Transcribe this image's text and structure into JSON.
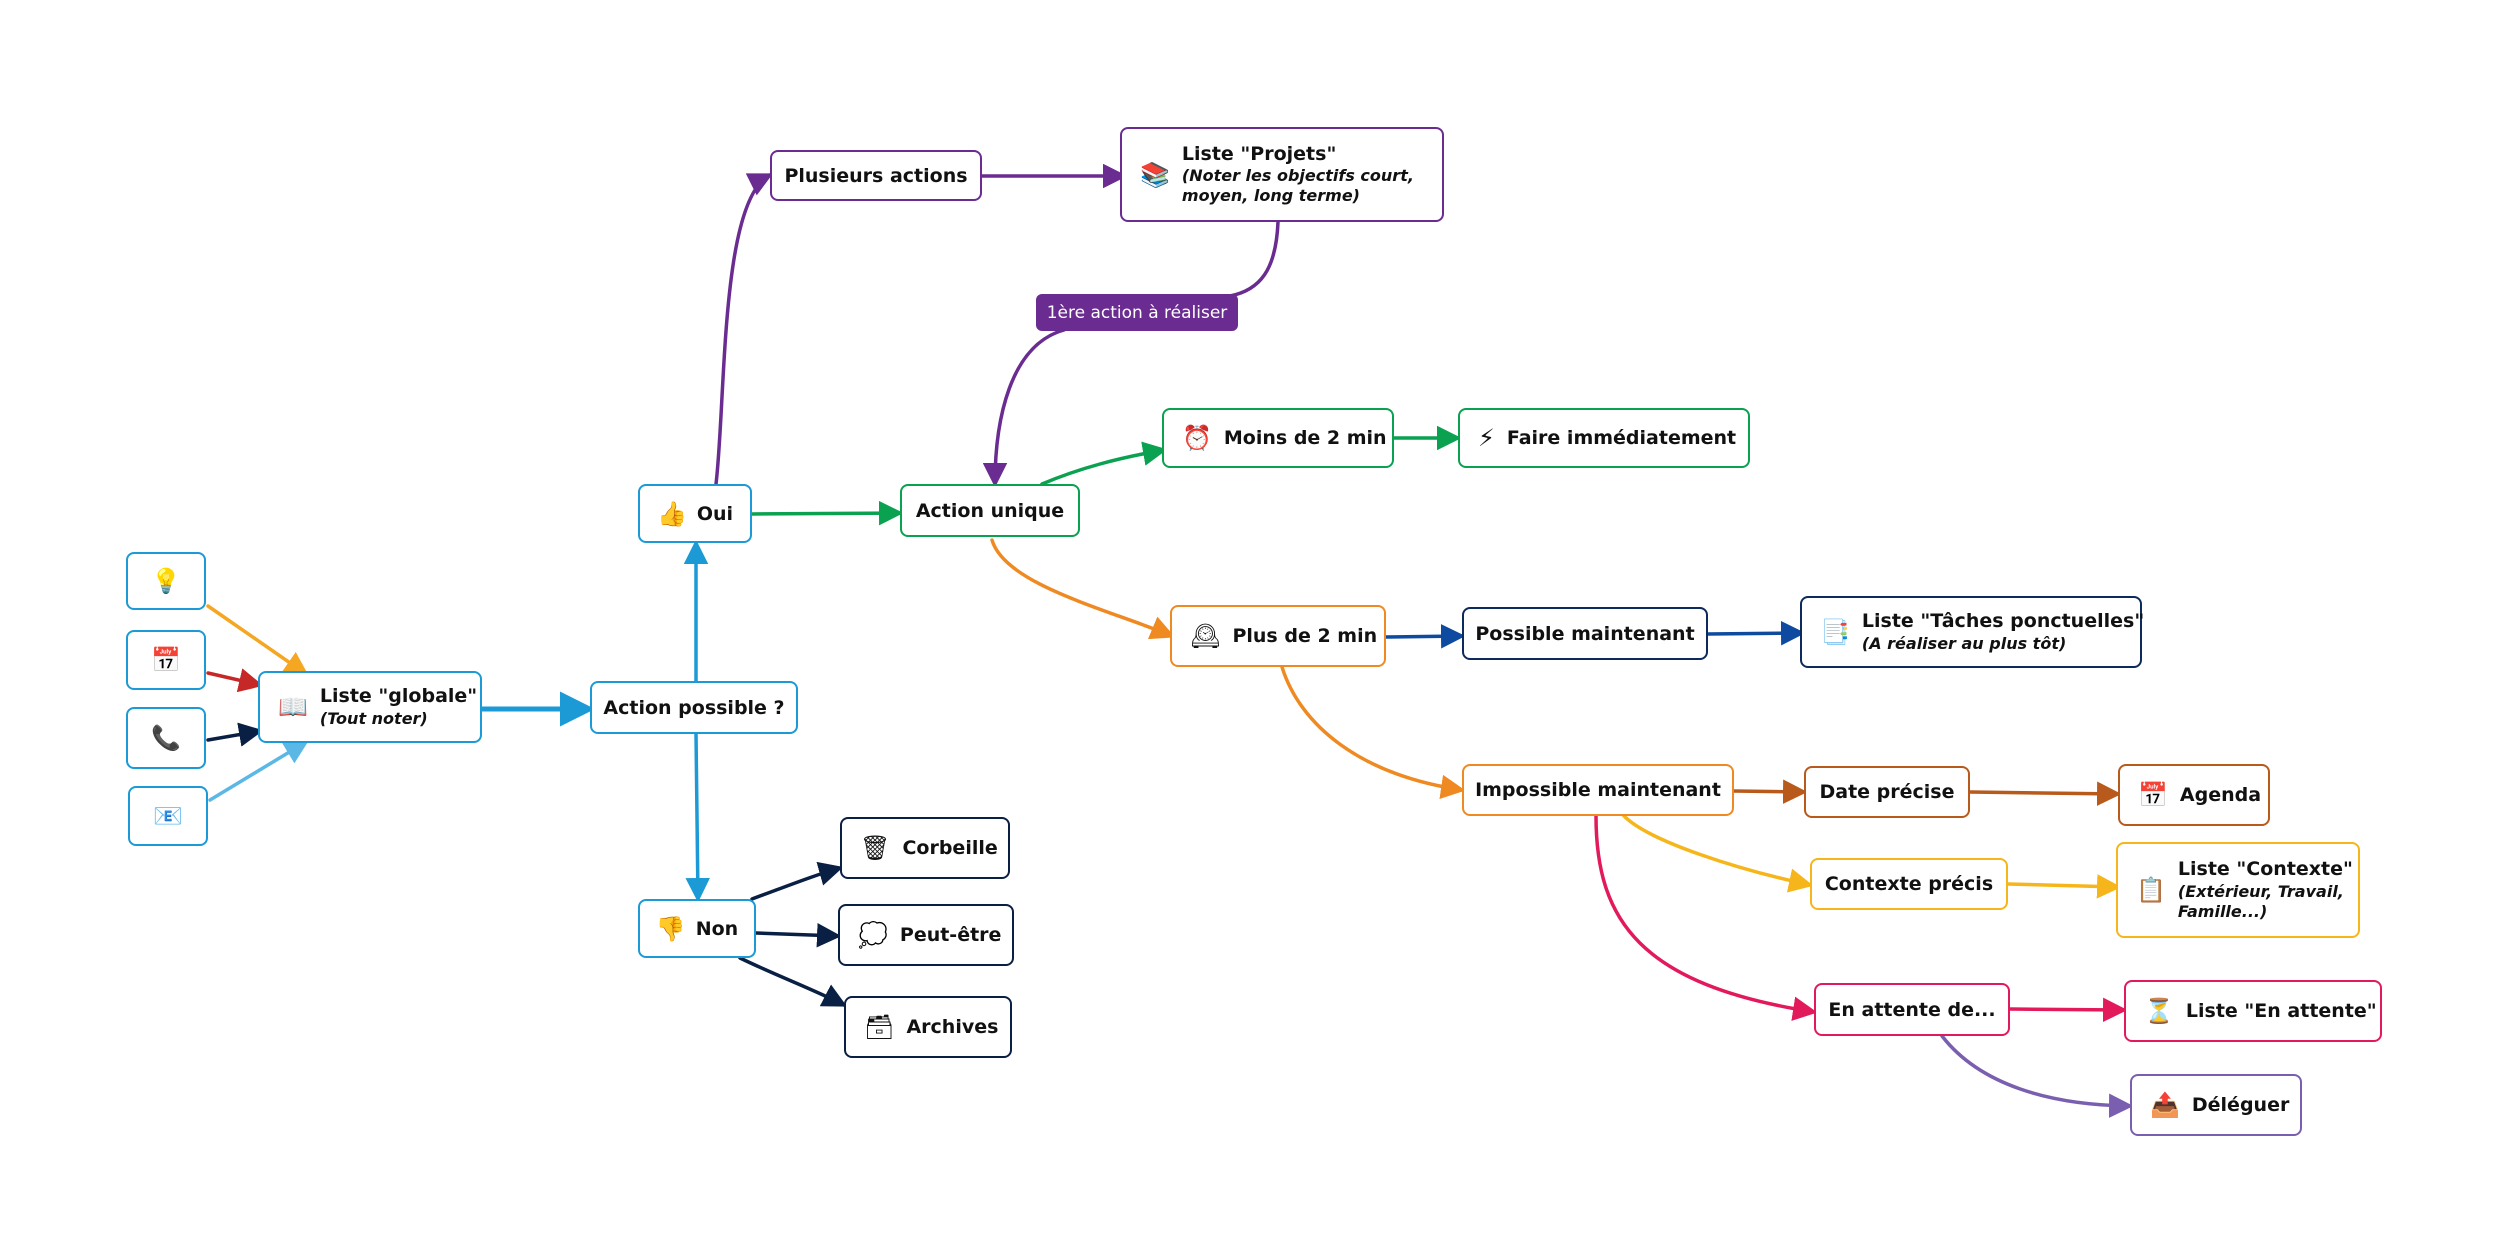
{
  "colors": {
    "blue": "#1b9ad6",
    "light_blue": "#5bb8e6",
    "navy": "#0c2a5c",
    "dark_navy": "#0a1f44",
    "red": "#c62828",
    "yellow": "#f5a623",
    "purple": "#6a2c91",
    "green": "#0aa150",
    "orange": "#ef8a22",
    "dark_blue": "#0d4aa0",
    "brown": "#b85a1c",
    "gold": "#f6b61b",
    "pink": "#e21a5c",
    "violet": "#7a5fb0"
  },
  "nodes": {
    "idea": {
      "icon": "💡"
    },
    "calendar": {
      "icon": "📅"
    },
    "phone": {
      "icon": "📞"
    },
    "email": {
      "icon": "📧"
    },
    "global_list": {
      "icon": "📖",
      "label": "Liste \"globale\"",
      "sub": "(Tout noter)"
    },
    "action_possible": {
      "label": "Action possible ?"
    },
    "oui": {
      "icon": "👍",
      "label": "Oui"
    },
    "non": {
      "icon": "👎",
      "label": "Non"
    },
    "plusieurs": {
      "label": "Plusieurs actions"
    },
    "projets": {
      "icon": "📚",
      "label": "Liste \"Projets\"",
      "sub": "(Noter les objectifs court,\nmoyen, long terme)"
    },
    "premiere_action": {
      "label": "1ère action à réaliser"
    },
    "action_unique": {
      "label": "Action unique"
    },
    "moins2": {
      "icon": "⏰",
      "label": "Moins de 2 min"
    },
    "immediat": {
      "icon": "⚡",
      "label": "Faire immédiatement"
    },
    "plus2": {
      "icon": "🕰",
      "label": "Plus de 2 min"
    },
    "possible_maint": {
      "label": "Possible maintenant"
    },
    "taches": {
      "icon": "📑",
      "label": "Liste \"Tâches ponctuelles\"",
      "sub": "(A réaliser au plus tôt)"
    },
    "impossible": {
      "label": "Impossible maintenant"
    },
    "date_precise": {
      "label": "Date précise"
    },
    "agenda": {
      "icon": "📅",
      "label": "Agenda"
    },
    "contexte_precis": {
      "label": "Contexte précis"
    },
    "liste_contexte": {
      "icon": "📋",
      "label": "Liste \"Contexte\"",
      "sub": "(Extérieur, Travail,\nFamille...)"
    },
    "en_attente": {
      "label": "En attente de..."
    },
    "liste_attente": {
      "icon": "⏳",
      "label": "Liste \"En attente\""
    },
    "deleguer": {
      "icon": "📤",
      "label": "Déléguer"
    },
    "corbeille": {
      "icon": "🗑",
      "label": "Corbeille"
    },
    "peut_etre": {
      "icon": "💭",
      "label": "Peut-être"
    },
    "archives": {
      "icon": "🗃",
      "label": "Archives"
    }
  }
}
